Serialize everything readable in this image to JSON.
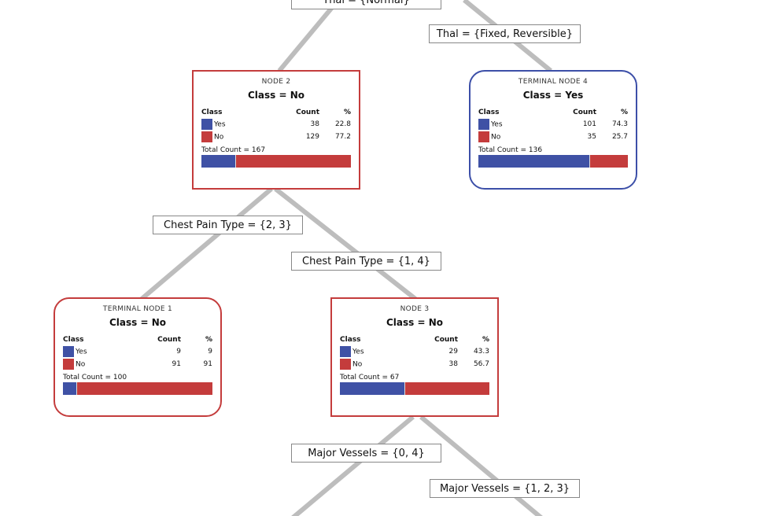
{
  "colors": {
    "yes": "#3f51a5",
    "no": "#c43c3c",
    "edge": "#bdbdbd"
  },
  "splits": {
    "thal_normal": "Thal = {Normal}",
    "thal_fixed": "Thal = {Fixed, Reversible}",
    "cp_23": "Chest Pain Type = {2, 3}",
    "cp_14": "Chest Pain Type = {1, 4}",
    "mv_04": "Major Vessels = {0, 4}",
    "mv_123": "Major Vessels = {1, 2, 3}"
  },
  "headers": {
    "class": "Class",
    "count": "Count",
    "pct": "%"
  },
  "nodes": {
    "node2": {
      "title": "NODE 2",
      "class": "Class = No",
      "rows": [
        {
          "label": "Yes",
          "count": "38",
          "pct": "22.8"
        },
        {
          "label": "No",
          "count": "129",
          "pct": "77.2"
        }
      ],
      "total": "Total Count = 167",
      "yes_fraction": 0.228
    },
    "node4": {
      "title": "TERMINAL NODE 4",
      "class": "Class = Yes",
      "rows": [
        {
          "label": "Yes",
          "count": "101",
          "pct": "74.3"
        },
        {
          "label": "No",
          "count": "35",
          "pct": "25.7"
        }
      ],
      "total": "Total Count = 136",
      "yes_fraction": 0.743
    },
    "node1": {
      "title": "TERMINAL NODE 1",
      "class": "Class = No",
      "rows": [
        {
          "label": "Yes",
          "count": "9",
          "pct": "9"
        },
        {
          "label": "No",
          "count": "91",
          "pct": "91"
        }
      ],
      "total": "Total Count = 100",
      "yes_fraction": 0.09
    },
    "node3": {
      "title": "NODE 3",
      "class": "Class = No",
      "rows": [
        {
          "label": "Yes",
          "count": "29",
          "pct": "43.3"
        },
        {
          "label": "No",
          "count": "38",
          "pct": "56.7"
        }
      ],
      "total": "Total Count = 67",
      "yes_fraction": 0.433
    }
  }
}
